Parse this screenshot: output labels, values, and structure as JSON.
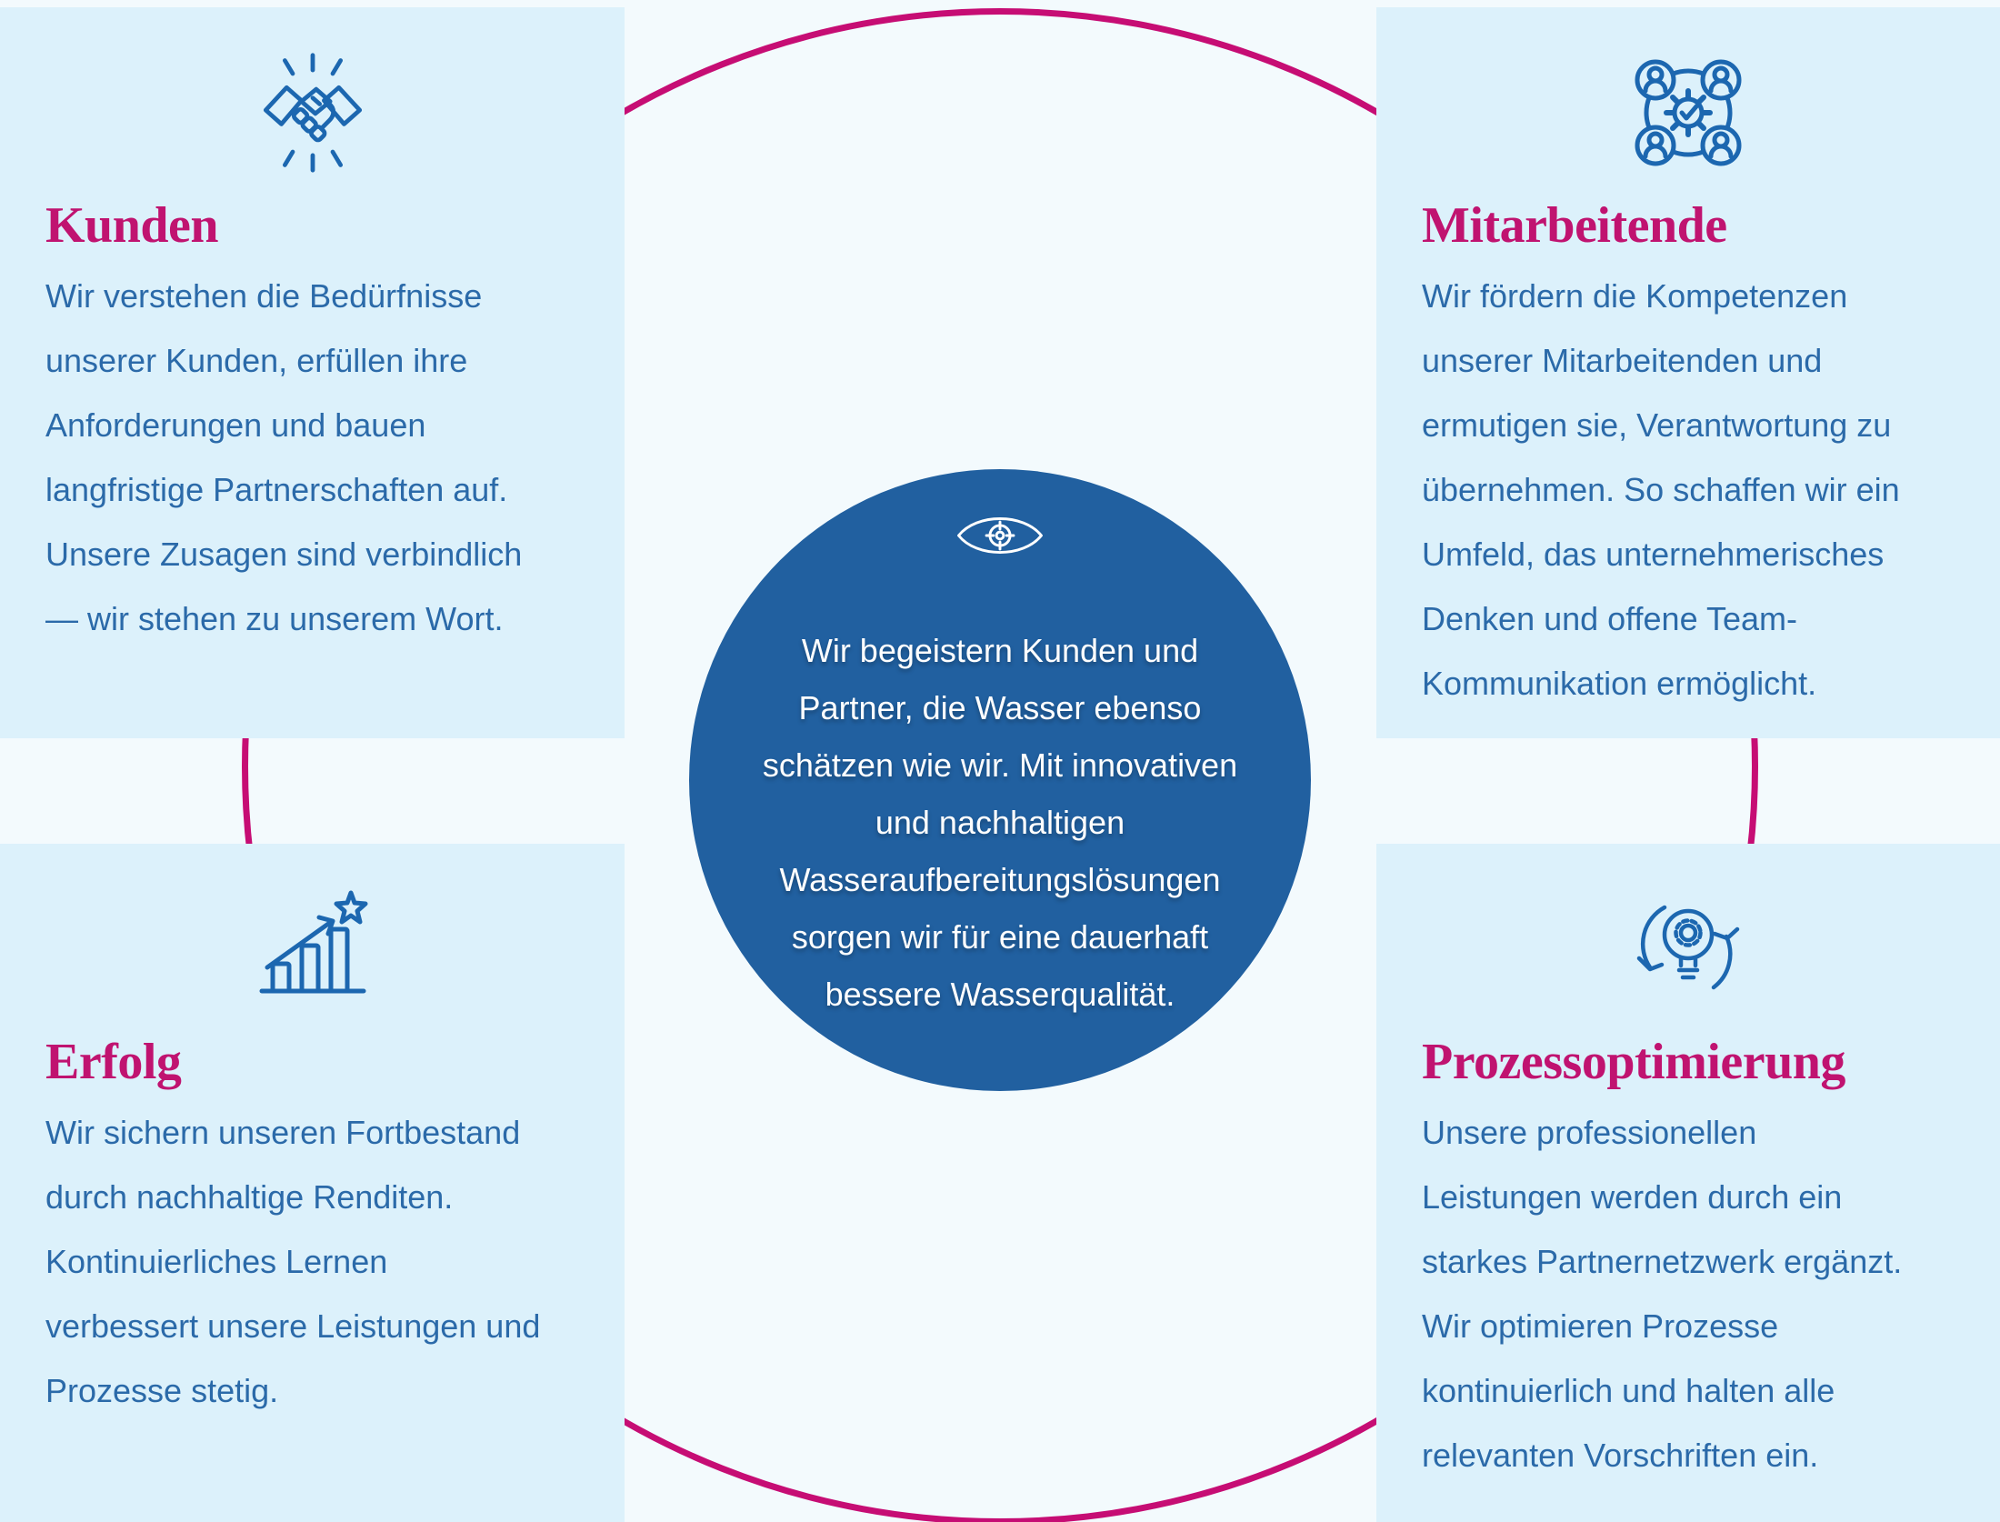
{
  "colors": {
    "page_bg": "#f3fafd",
    "card_bg": "#dcf1fb",
    "heading_pink": "#c01370",
    "ring_pink": "#c60d74",
    "body_blue": "#2b6aa9",
    "icon_blue": "#1c67b0",
    "circle_blue": "#2160a0",
    "circle_text": "#ffffff"
  },
  "vision_circle": {
    "icon": "eye-target-icon",
    "text": "Wir begeistern Kunden und\nPartner, die Wasser ebenso\nschätzen wie wir. Mit innovativen\nund nachhaltigen\nWasseraufbereitungslösungen\nsorgen wir für eine dauerhaft\nbessere Wasserqualität."
  },
  "quadrants": [
    {
      "id": "kunden",
      "icon": "handshake-icon",
      "title": "Kunden",
      "body": "Wir verstehen die Bedürfnisse\nunserer Kunden, erfüllen ihre\nAnforderungen und bauen\nlangfristige Partnerschaften auf.\nUnsere Zusagen sind verbindlich\n— wir stehen zu unserem Wort."
    },
    {
      "id": "mitarbeitende",
      "icon": "team-gear-icon",
      "title": "Mitarbeitende",
      "body": "Wir fördern die Kompetenzen\nunserer Mitarbeitenden und\nermutigen sie, Verantwortung zu\nübernehmen. So schaffen wir ein\nUmfeld, das unternehmerisches\nDenken und offene Team-\nKommunikation ermöglicht."
    },
    {
      "id": "erfolg",
      "icon": "growth-chart-icon",
      "title": "Erfolg",
      "body": "Wir sichern unseren Fortbestand\ndurch nachhaltige Renditen.\nKontinuierliches Lernen\nverbessert unsere Leistungen und\nProzesse stetig."
    },
    {
      "id": "prozessoptimierung",
      "icon": "process-cycle-icon",
      "title": "Prozessoptimierung",
      "body": "Unsere professionellen\nLeistungen werden durch ein\nstarkes Partnernetzwerk ergänzt.\nWir optimieren Prozesse\nkontinuierlich und halten alle\nrelevanten Vorschriften ein."
    }
  ]
}
